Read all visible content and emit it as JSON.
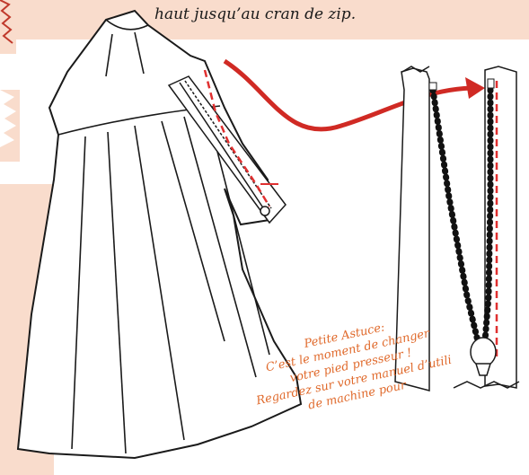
{
  "caption": "haut jusqu’au cran de zip.",
  "tip": {
    "title": "Petite Astuce:",
    "line1": "C’est le moment de changer",
    "line2": "votre pied presseur !",
    "line3": "Regardez sur votre manuel d’utili",
    "line4": "de machine pour"
  },
  "colors": {
    "band": "#f9dccc",
    "arrow": "#d02a24",
    "stitch": "#e03030",
    "tip_text": "#e06a2c",
    "outline": "#1a1a1a"
  }
}
